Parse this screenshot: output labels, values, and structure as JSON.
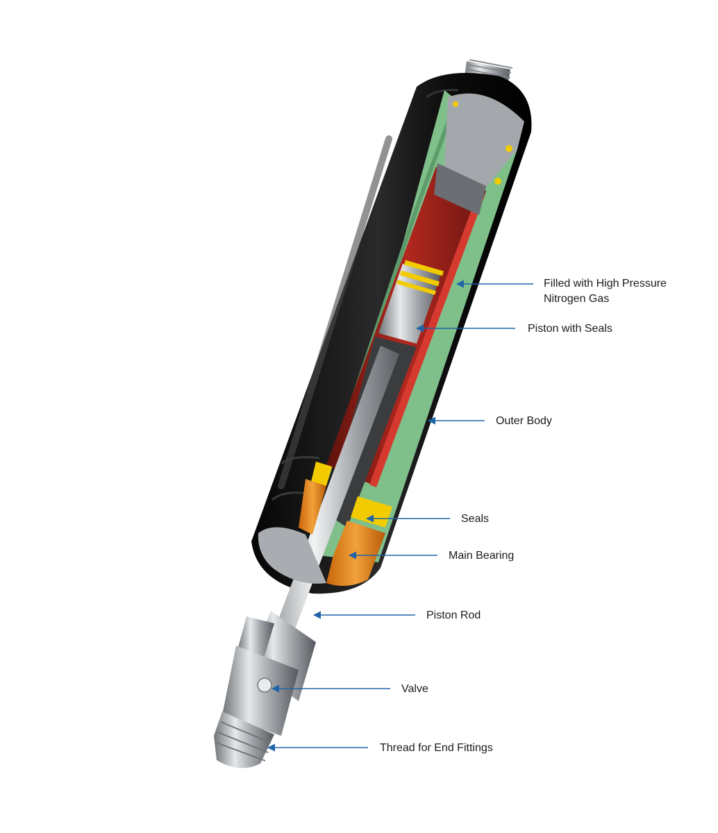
{
  "labels": {
    "nitrogen_line1": "Filled with High Pressure",
    "nitrogen_line2": "Nitrogen Gas",
    "piston_with_seals": "Piston with Seals",
    "outer_body": "Outer Body",
    "seals": "Seals",
    "main_bearing": "Main Bearing",
    "piston_rod": "Piston Rod",
    "valve": "Valve",
    "thread": "Thread for End Fittings"
  },
  "colors": {
    "arrow": "#1f63a8",
    "outer_body": "#141414",
    "gas": "#7fbf8a",
    "inner_red": "#c7352b",
    "seal_yellow": "#f2cc00",
    "bearing_orange": "#e8891c",
    "metal": "#b9bcc0"
  }
}
